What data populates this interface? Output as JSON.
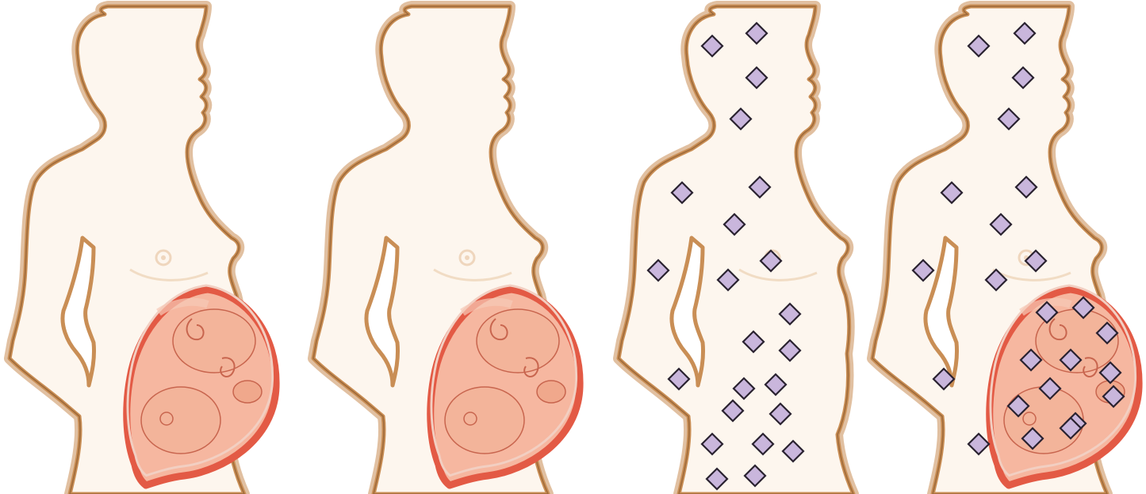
{
  "colors": {
    "background": "#ffffff",
    "skin_outline": "#c98e55",
    "skin_outline_dark": "#8a5a2e",
    "skin_fill": "#fdf6ee",
    "uterus_wall": "#e35a45",
    "uterus_fill": "#f6b7a0",
    "fetus_line": "#c8654e",
    "particle_fill": "#c9b6dc",
    "particle_stroke": "#2a2230"
  },
  "figures": [
    {
      "label": "",
      "shows_fetus": true,
      "particles": "none"
    },
    {
      "label": "",
      "shows_fetus": true,
      "particles": "none"
    },
    {
      "label": "",
      "shows_fetus": false,
      "particles": "body"
    },
    {
      "label": "",
      "shows_fetus": true,
      "particles": "body-and-uterus"
    }
  ],
  "particle_icon": "diamond-particle-icon"
}
